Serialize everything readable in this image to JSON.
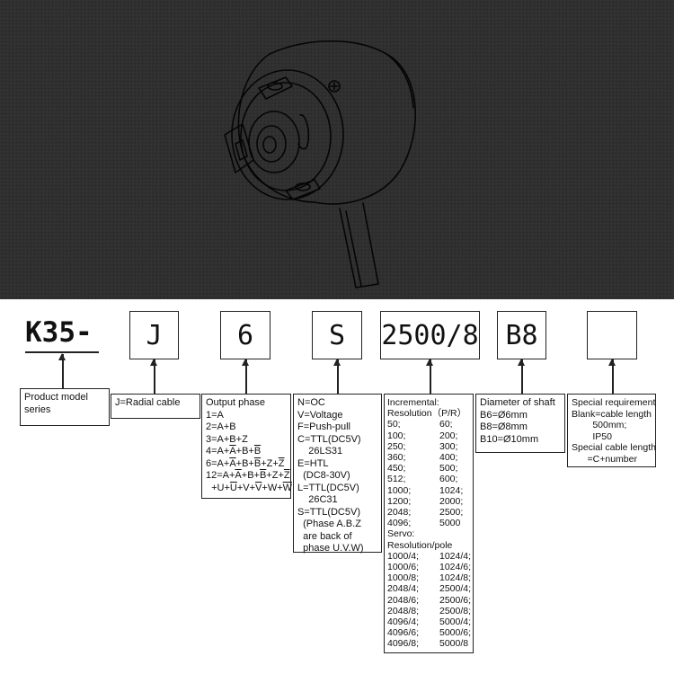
{
  "codes": {
    "k35": "K35-",
    "j": "J",
    "six": "6",
    "s": "S",
    "res": "2500/8",
    "b8": "B8",
    "blank": ""
  },
  "boxes": {
    "product": [
      "Product model",
      "series"
    ],
    "cable": [
      "J=Radial cable"
    ],
    "output_title": "Output phase",
    "output_simple": [
      "1=A",
      "2=A+B",
      "3=A+B+Z"
    ],
    "voltage": [
      "N=OC",
      "V=Voltage",
      "F=Push-pull",
      "C=TTL(DC5V)",
      "    26LS31",
      "E=HTL",
      "  (DC8-30V)",
      "L=TTL(DC5V)",
      "    26C31",
      "S=TTL(DC5V)",
      "  (Phase A.B.Z",
      "  are back of",
      "  phase U.V.W)"
    ],
    "shaft": [
      "Diameter of shaft",
      "B6=Ø6mm",
      "B8=Ø8mm",
      "B10=Ø10mm"
    ],
    "special": [
      "Special requirement",
      "Blank=cable length",
      "        500mm;",
      "        IP50",
      "Special cable length",
      "      =C+number"
    ]
  },
  "resolution": {
    "head1": "Incremental:",
    "head2": "Resolution（P/R）",
    "incremental": [
      [
        "50;",
        "60;"
      ],
      [
        "100;",
        "200;"
      ],
      [
        "250;",
        "300;"
      ],
      [
        "360;",
        "400;"
      ],
      [
        "450;",
        "500;"
      ],
      [
        "512;",
        "600;"
      ],
      [
        "1000;",
        "1024;"
      ],
      [
        "1200;",
        "2000;"
      ],
      [
        "2048;",
        "2500;"
      ],
      [
        "4096;",
        "5000"
      ]
    ],
    "head3": "Servo:",
    "head4": "Resolution/pole",
    "servo": [
      [
        "1000/4;",
        "1024/4;"
      ],
      [
        "1000/6;",
        "1024/6;"
      ],
      [
        "1000/8;",
        "1024/8;"
      ],
      [
        "2048/4;",
        "2500/4;"
      ],
      [
        "2048/6;",
        "2500/6;"
      ],
      [
        "2048/8;",
        "2500/8;"
      ],
      [
        "4096/4;",
        "5000/4;"
      ],
      [
        "4096/6;",
        "5000/6;"
      ],
      [
        "4096/8;",
        "5000/8"
      ]
    ]
  }
}
